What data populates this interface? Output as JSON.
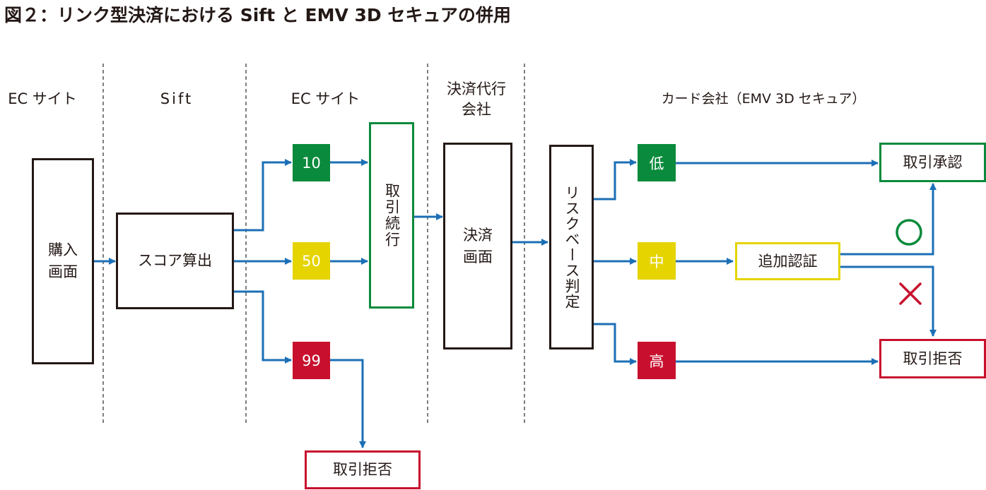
{
  "title": "図２：リンク型決済における Sift と EMV 3D セキュアの併用",
  "lanes": {
    "ec_site_1": "EC サイト",
    "sift": "Sift",
    "ec_site_2": "EC サイト",
    "payment_agent_line1": "決済代行",
    "payment_agent_line2": "会社",
    "card_company": "カード会社（EMV 3D セキュア）"
  },
  "nodes": {
    "purchase_screen": "購入画面",
    "score_calc": "スコア算出",
    "score_10": "10",
    "score_50": "50",
    "score_99": "99",
    "reject_sift": "取引拒否",
    "continue_transaction": "取引続行",
    "payment_screen": "決済画面",
    "risk_based": "リスクベース判定",
    "risk_low": "低",
    "risk_mid": "中",
    "risk_high": "高",
    "approve": "取引承認",
    "additional_auth": "追加認証",
    "reject_card": "取引拒否"
  },
  "marks": {
    "success_icon": "circle-icon",
    "fail_icon": "cross-icon"
  },
  "colors": {
    "green": "#0a8a3c",
    "yellow": "#e5d400",
    "red": "#c8102e",
    "arrow": "#1b6fb6",
    "divider": "#555555"
  }
}
